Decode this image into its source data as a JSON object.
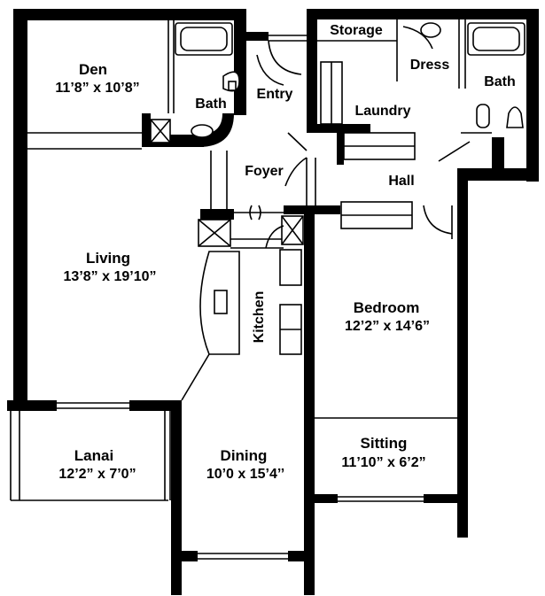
{
  "rooms": {
    "den": {
      "name": "Den",
      "dim": "11’8” x 10’8”"
    },
    "den_bath": {
      "name": "Bath"
    },
    "entry": {
      "name": "Entry"
    },
    "storage": {
      "name": "Storage"
    },
    "dress": {
      "name": "Dress"
    },
    "master_bath": {
      "name": "Bath"
    },
    "laundry": {
      "name": "Laundry"
    },
    "foyer": {
      "name": "Foyer"
    },
    "hall": {
      "name": "Hall"
    },
    "living": {
      "name": "Living",
      "dim": "13’8” x 19’10”"
    },
    "kitchen": {
      "name": "Kitchen"
    },
    "bedroom": {
      "name": "Bedroom",
      "dim": "12’2” x 14’6”"
    },
    "lanai": {
      "name": "Lanai",
      "dim": "12’2” x 7’0”"
    },
    "dining": {
      "name": "Dining",
      "dim": "10’0 x 15’4’’"
    },
    "sitting": {
      "name": "Sitting",
      "dim": "11’10” x 6’2”"
    }
  }
}
